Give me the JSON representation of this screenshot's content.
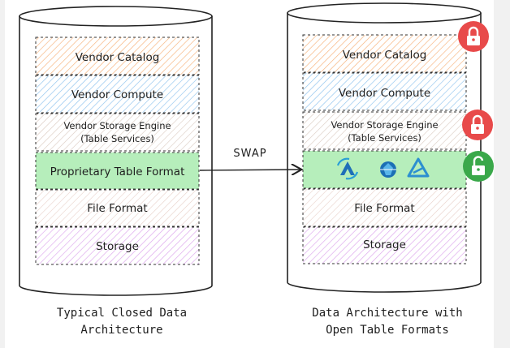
{
  "left": {
    "layers": {
      "catalog": "Vendor Catalog",
      "compute": "Vendor Compute",
      "storage_engine_1": "Vendor Storage Engine",
      "storage_engine_2": "(Table Services)",
      "table_format": "Proprietary Table Format",
      "file_format": "File Format",
      "storage": "Storage"
    },
    "caption_1": "Typical Closed Data",
    "caption_2": "Architecture"
  },
  "right": {
    "layers": {
      "catalog": "Vendor Catalog",
      "compute": "Vendor Compute",
      "storage_engine_1": "Vendor Storage Engine",
      "storage_engine_2": "(Table Services)",
      "file_format": "File Format",
      "storage": "Storage"
    },
    "table_format_icons": [
      "delta-lake-icon",
      "apache-iceberg-icon",
      "apache-hudi-icon"
    ],
    "lock_states": [
      "locked",
      "locked",
      "unlocked"
    ],
    "caption_1": "Data Architecture with",
    "caption_2": "Open Table Formats"
  },
  "swap_label": "SWAP",
  "colors": {
    "catalog": "#f6b27a",
    "compute": "#8ec3ee",
    "storage_engine": "#d9c9bf",
    "table_format_fill": "#b6eebb",
    "file_format": "#e7cfc8",
    "storage": "#dca5ec",
    "lock_locked": "#e84a4a",
    "lock_unlocked": "#3aa84a"
  }
}
